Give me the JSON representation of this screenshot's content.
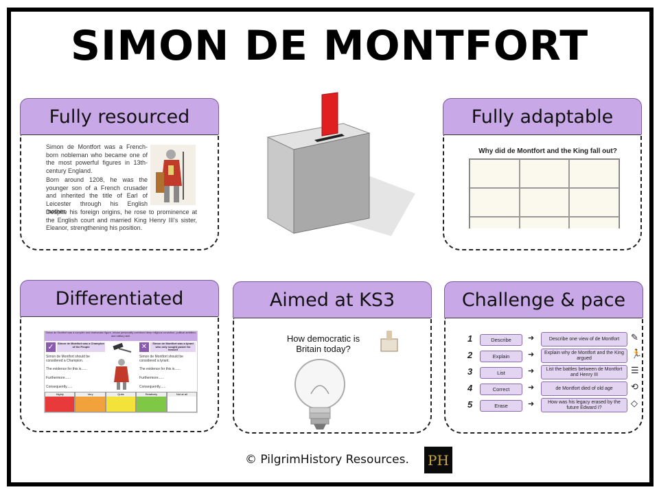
{
  "title": "SIMON DE MONTFORT",
  "cards": {
    "resourced": {
      "heading": "Fully resourced",
      "para1": "Simon de Montfort was a French-born nobleman who became one of the most powerful figures in 13th-century England.",
      "para2": "Born around 1208, he was the younger son of a French crusader and inherited the title of Earl of Leicester through his English mother.",
      "para3": "Despite his foreign origins, he rose to prominence at the English court and married King Henry III's sister, Eleanor, strengthening his position."
    },
    "adaptable": {
      "heading": "Fully adaptable",
      "worksheet_title": "Why did de Montfort and the King fall out?"
    },
    "differentiated": {
      "heading": "Differentiated",
      "intro": "Simon de Montfort was a complex and charismatic figure, whose personality combined deep religious conviction, political ambition, and military skill.",
      "left_title": "Simon de Montfort was a Champion of the People",
      "right_title": "Simon de Montfort was a tyrant who only sought power for himself",
      "left_l1": "Simon de Montfort should be considered a Champion.",
      "right_l1": "Simon de Montfort should be considered a tyrant.",
      "evidence": "The evidence for this is......",
      "furthermore": "Furthermore......",
      "consequently": "Consequently......",
      "scale_headers": [
        "Highly",
        "Very",
        "Quite",
        "Relatively",
        "Not at all"
      ],
      "scale_colors": [
        "#e83a3a",
        "#f2a23a",
        "#f2e23a",
        "#7ec845",
        "#ffffff"
      ],
      "check_icon": "check-icon",
      "cross_icon": "cross-icon"
    },
    "ks3": {
      "heading": "Aimed at KS3",
      "question": "How democratic is Britain today?"
    },
    "challenge": {
      "heading": "Challenge & pace",
      "steps": [
        {
          "num": "1",
          "label": "Describe",
          "desc": "Describe one view of de Montfort",
          "icon": "✎"
        },
        {
          "num": "2",
          "label": "Explain",
          "desc": "Explain why de Montfort and the King argued",
          "icon": "🏃"
        },
        {
          "num": "3",
          "label": "List",
          "desc": "List the battles between de Montfort and Henry III",
          "icon": "☰"
        },
        {
          "num": "4",
          "label": "Correct",
          "desc": "de Montfort died of old age",
          "icon": "⟲"
        },
        {
          "num": "5",
          "label": "Erase",
          "desc": "How was his legacy erased by the future Edward I?",
          "icon": "◇"
        }
      ]
    }
  },
  "footer": "© PilgrimHistory Resources.",
  "logo": "PH"
}
